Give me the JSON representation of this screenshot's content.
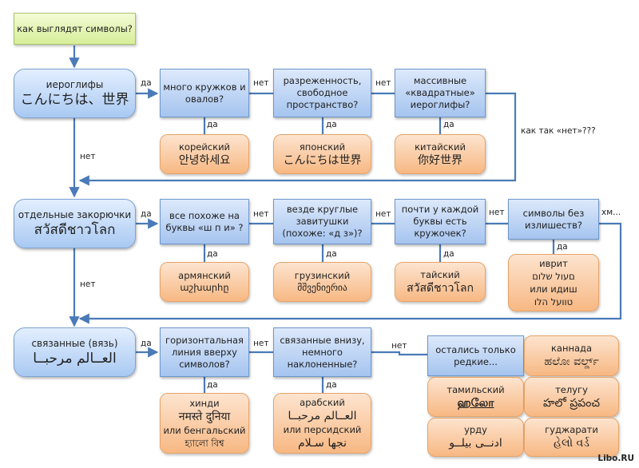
{
  "start": {
    "label": "как выглядят символы?"
  },
  "categories": [
    {
      "label": "иероглифы",
      "sample": "こんにちは、世界"
    },
    {
      "label": "отдельные закорючки",
      "sample": "สวัสดีชาวโลก"
    },
    {
      "label": "связанные (вязь)",
      "sample": "العــالم مرحبــا"
    }
  ],
  "row1": {
    "questions": [
      {
        "label": "много кружков и овалов?"
      },
      {
        "label": "разреженность, свободное пространство?"
      },
      {
        "label": "массивные «квадратные» иероглифы?"
      }
    ],
    "languages": [
      {
        "name": "корейский",
        "sample": "안녕하세요"
      },
      {
        "name": "японский",
        "sample": "こんにちは世界"
      },
      {
        "name": "китайский",
        "sample": "你好世界"
      }
    ],
    "fallthrough_note": "как так «нет»???"
  },
  "row2": {
    "questions": [
      {
        "label": "все похоже на буквы «ш п и» ?"
      },
      {
        "label": "везде круглые завитушки (похоже: «д з»)?"
      },
      {
        "label": "почти у каждой буквы есть кружочек?"
      },
      {
        "label": "символы без излишеств?"
      }
    ],
    "languages": [
      {
        "name": "армянский",
        "sample": "աշխարհը"
      },
      {
        "name": "грузинский",
        "sample": "მშვენიერია"
      },
      {
        "name": "тайский",
        "sample": "สวัสดีชาวโลก"
      },
      {
        "name": "иврит",
        "sample": "םעול שלום",
        "name2": "или идиш",
        "sample2": "טוועל הלו"
      }
    ],
    "fallthrough_note": "хм..."
  },
  "row3": {
    "questions": [
      {
        "label": "горизонтальная линия вверху символов?"
      },
      {
        "label": "связанные внизу, немного наклоненные?"
      },
      {
        "label": "остались только редкие..."
      }
    ],
    "languages": [
      {
        "name": "хинди",
        "sample": "नमस्ते दुनिया",
        "name2": "или бенгальский",
        "sample2": "হ্যালো বিশ্ব"
      },
      {
        "name": "арабский",
        "sample": "العــالم مرحبــا",
        "name2": "или персидский",
        "sample2": "نجها سـلام"
      }
    ],
    "rare": [
      {
        "name": "каннада",
        "sample": "ಹಲೋ ವರ್ಲ್ಡ್"
      },
      {
        "name": "тамильский",
        "sample": "ஹலோ"
      },
      {
        "name": "телугу",
        "sample": "హలో ప్రపంచ"
      },
      {
        "name": "урду",
        "sample": "ادنــی بیلــو"
      },
      {
        "name": "гуджарати",
        "sample": "હેલો વર્ડ"
      }
    ]
  },
  "edge_labels": {
    "yes": "да",
    "no": "нет"
  },
  "watermark": "Libo.RU",
  "colors": {
    "line": "#4a7ab8",
    "question": "#a5c4ef",
    "language": "#f7b883",
    "start": "#d6ee98"
  }
}
